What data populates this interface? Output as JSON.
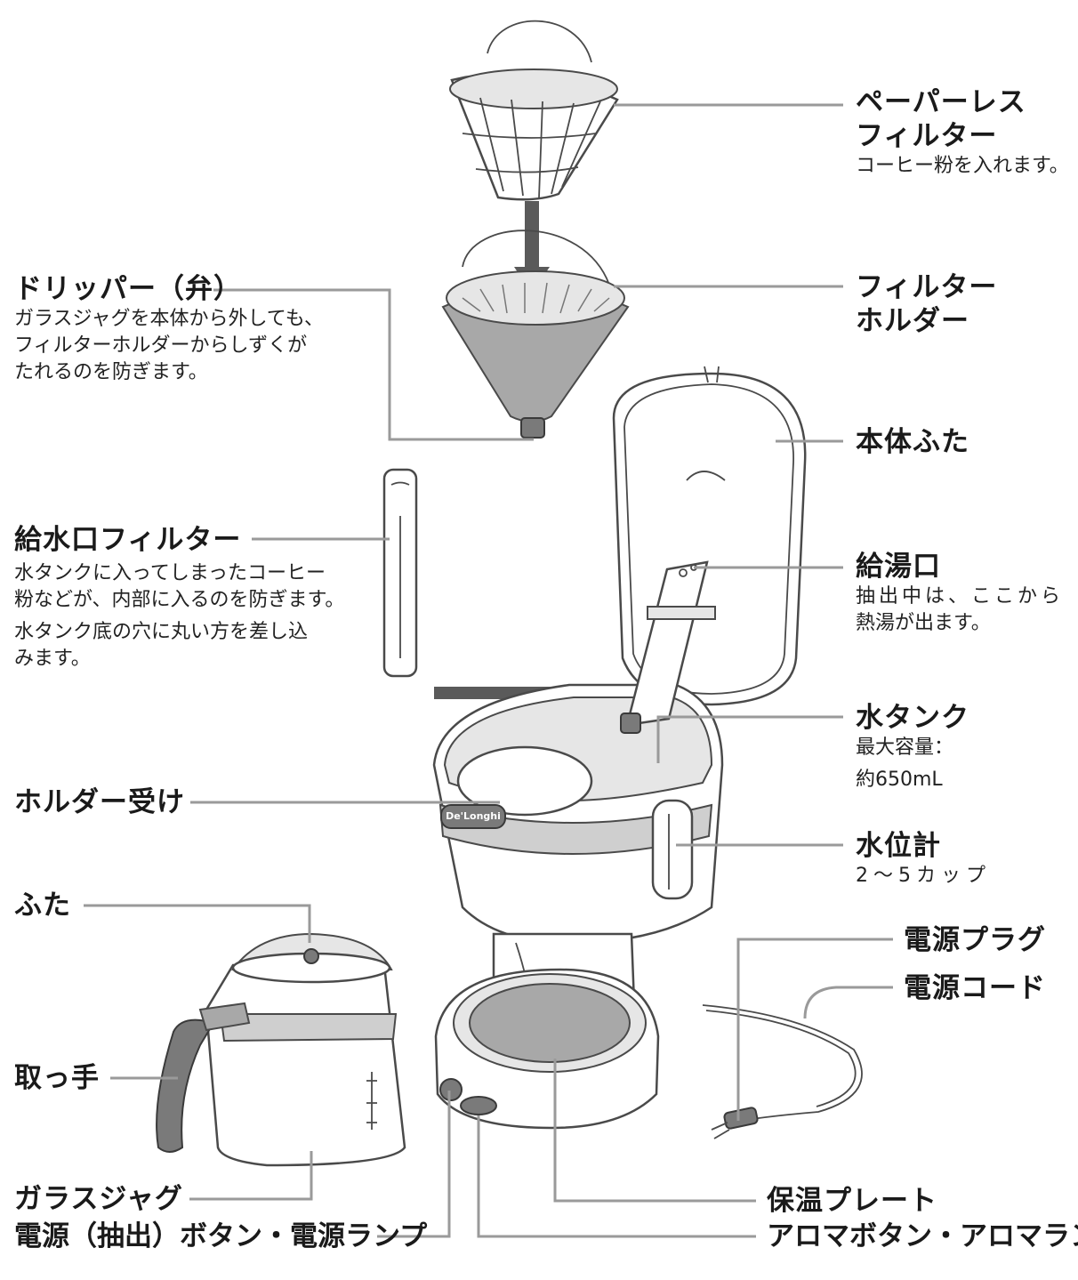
{
  "labels": {
    "paperless_filter": {
      "title_line1": "ペーパーレス",
      "title_line2": "フィルター",
      "desc": "コーヒー粉を入れます。"
    },
    "dripper": {
      "title": "ドリッパー（弁）",
      "desc_line1": "ガラスジャグを本体から外しても、",
      "desc_line2": "フィルターホルダーからしずくが",
      "desc_line3": "たれるのを防ぎます。"
    },
    "filter_holder": {
      "title_line1": "フィルター",
      "title_line2": "ホルダー"
    },
    "body_lid": {
      "title": "本体ふた"
    },
    "inlet_filter": {
      "title": "給水口フィルター",
      "desc_line1": "水タンクに入ってしまったコーヒー",
      "desc_line2": "粉などが、内部に入るのを防ぎます。",
      "desc_line3": "水タンク底の穴に丸い方を差し込",
      "desc_line4": "みます。"
    },
    "hot_water_outlet": {
      "title": "給湯口",
      "desc_line1": "抽出中は、ここから",
      "desc_line2": "熱湯が出ます。"
    },
    "water_tank": {
      "title": "水タンク",
      "desc_line1": "最大容量：",
      "desc_line2": "約650mL"
    },
    "holder_receiver": {
      "title": "ホルダー受け"
    },
    "water_gauge": {
      "title": "水位計",
      "desc": "2～5カップ"
    },
    "jug_lid": {
      "title": "ふた"
    },
    "power_plug": {
      "title": "電源プラグ"
    },
    "power_cord": {
      "title": "電源コード"
    },
    "handle": {
      "title": "取っ手"
    },
    "glass_jug": {
      "title": "ガラスジャグ"
    },
    "warming_plate": {
      "title": "保温プレート"
    },
    "power_button": {
      "title": "電源（抽出）ボタン・電源ランプ"
    },
    "aroma_button": {
      "title": "アロマボタン・アロマランプ"
    }
  },
  "brand": {
    "logo_text": "De'Longhi"
  }
}
